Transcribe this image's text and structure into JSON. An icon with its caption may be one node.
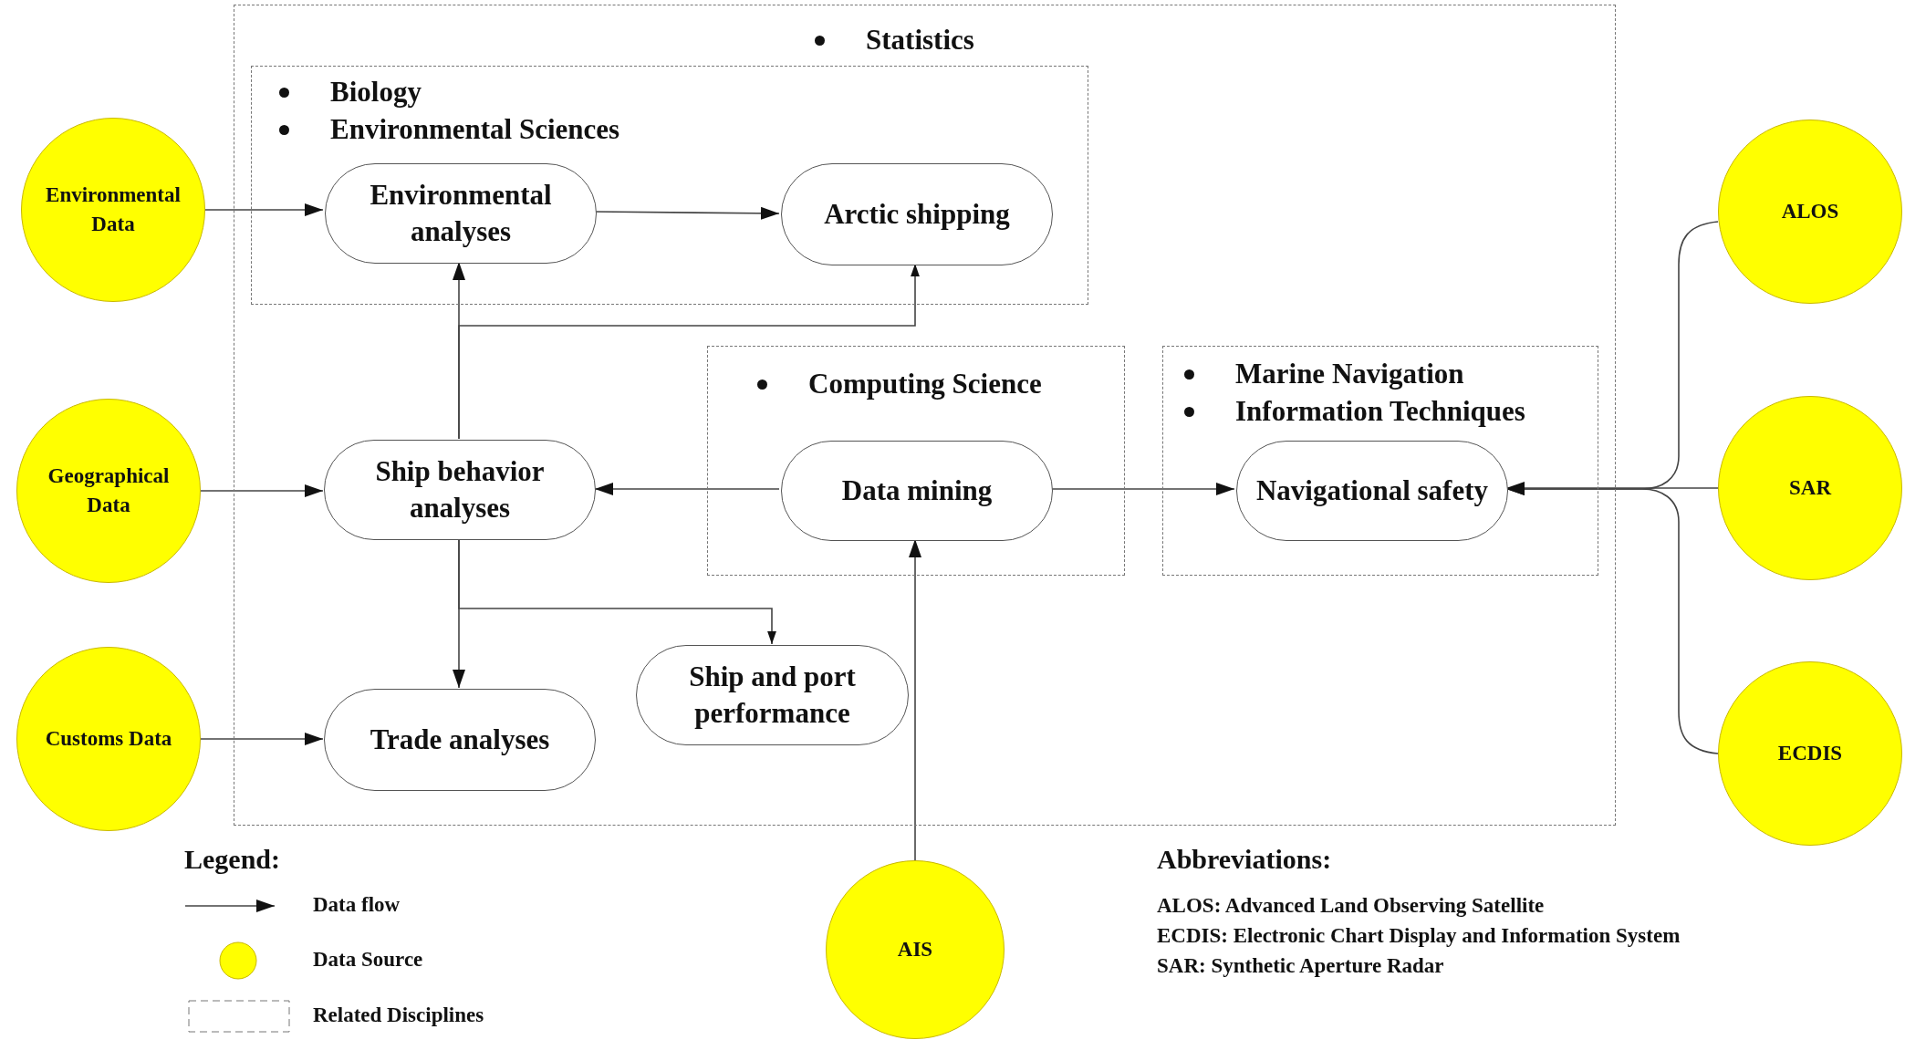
{
  "diagram": {
    "nodes": [
      {
        "text": [
          "Statistics"
        ]
      },
      {
        "text": [
          "Biology",
          "Environmental Sciences"
        ],
        "in": 0
      },
      {
        "text": [
          "Environmental analyses"
        ],
        "in": 1
      },
      {
        "text": [
          "Arctic shipping"
        ],
        "in": 1
      },
      {
        "text": [
          "Computing Science"
        ],
        "in": 0
      },
      {
        "text": [
          "Data mining"
        ],
        "in": 4
      },
      {
        "text": [
          "Marine Navigation",
          "Information Techniques"
        ],
        "in": 0
      },
      {
        "text": [
          "Navigational safety"
        ],
        "in": 6
      },
      {
        "text": [
          "Ship behavior analyses"
        ],
        "in": 0
      },
      {
        "text": [
          "Ship and port performance"
        ],
        "in": 0
      },
      {
        "text": [
          "Trade analyses"
        ],
        "in": 0
      },
      {
        "text": [
          "Environmental Data"
        ]
      },
      {
        "text": [
          "Geographical Data"
        ]
      },
      {
        "text": [
          "Customs Data"
        ]
      },
      {
        "text": [
          "ALOS"
        ]
      },
      {
        "text": [
          "SAR"
        ]
      },
      {
        "text": [
          "ECDIS"
        ]
      },
      {
        "text": [
          "AIS"
        ]
      }
    ],
    "edges": [
      {
        "from": 11,
        "to": 2,
        "arrow": "to"
      },
      {
        "from": 2,
        "to": 3,
        "arrow": "to"
      },
      {
        "from": 8,
        "to": 2,
        "arrow": "to"
      },
      {
        "from": 8,
        "to": 3,
        "arrow": "to"
      },
      {
        "from": 12,
        "to": 8,
        "arrow": "to"
      },
      {
        "from": 5,
        "to": 8,
        "arrow": "to"
      },
      {
        "from": 5,
        "to": 7,
        "arrow": "to"
      },
      {
        "from": 14,
        "to": 7,
        "arrow": "to"
      },
      {
        "from": 15,
        "to": 7,
        "arrow": "to"
      },
      {
        "from": 16,
        "to": 7,
        "arrow": "to"
      },
      {
        "from": 8,
        "to": 10,
        "arrow": "to"
      },
      {
        "from": 8,
        "to": 9,
        "arrow": "to"
      },
      {
        "from": 13,
        "to": 10,
        "arrow": "to"
      },
      {
        "from": 17,
        "to": 5,
        "arrow": "to"
      }
    ],
    "labels": [
      "Legend:",
      "Abbreviations:",
      "ALOS: Advanced Land Observing Satellite",
      "ECDIS: Electronic Chart Display and Information System",
      "SAR: Synthetic Aperture Radar"
    ],
    "legend": [
      {
        "text": "Data flow"
      },
      {
        "text": "Data Source",
        "color": "#ffff00"
      },
      {
        "text": "Related Disciplines"
      }
    ]
  }
}
